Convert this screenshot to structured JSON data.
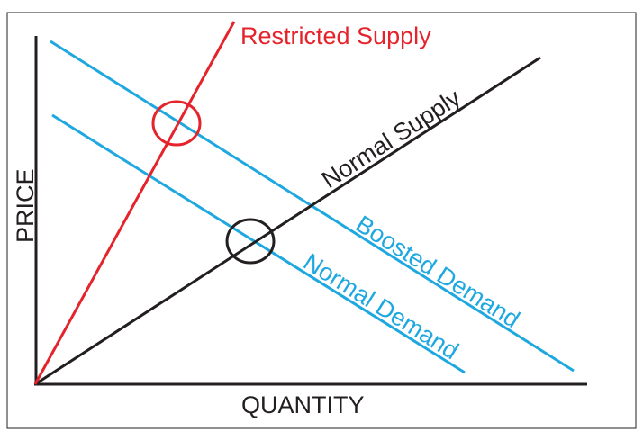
{
  "axes": {
    "y_label": "PRICE",
    "x_label": "QUANTITY"
  },
  "curves": {
    "restricted_supply": {
      "label": "Restricted Supply",
      "color": "#e5232b"
    },
    "normal_supply": {
      "label": "Normal Supply",
      "color": "#231f20"
    },
    "boosted_demand": {
      "label": "Boosted Demand",
      "color": "#1fa8e0"
    },
    "normal_demand": {
      "label": "Normal Demand",
      "color": "#1fa8e0"
    }
  },
  "equilibria": {
    "restricted": {
      "color": "#e5232b"
    },
    "normal": {
      "color": "#231f20"
    }
  },
  "colors": {
    "frame": "#231f20",
    "background": "#ffffff"
  }
}
